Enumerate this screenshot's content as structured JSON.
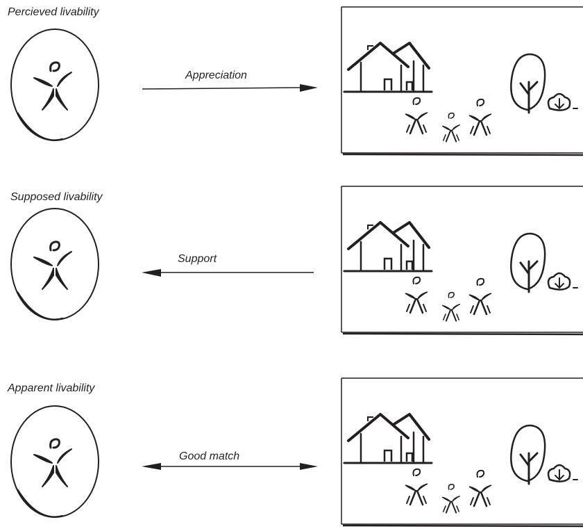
{
  "rows": [
    {
      "title": "Percieved livability",
      "relation": "Appreciation",
      "arrow": "right"
    },
    {
      "title": "Supposed livability",
      "relation": "Support",
      "arrow": "left"
    },
    {
      "title": "Apparent livability",
      "relation": "Good match",
      "arrow": "both"
    }
  ],
  "colors": {
    "ink": "#231f20",
    "background": "#ffffff"
  },
  "icons": [
    "person-in-oval-icon",
    "houses-icon",
    "family-icon",
    "tree-icon",
    "bush-icon"
  ]
}
